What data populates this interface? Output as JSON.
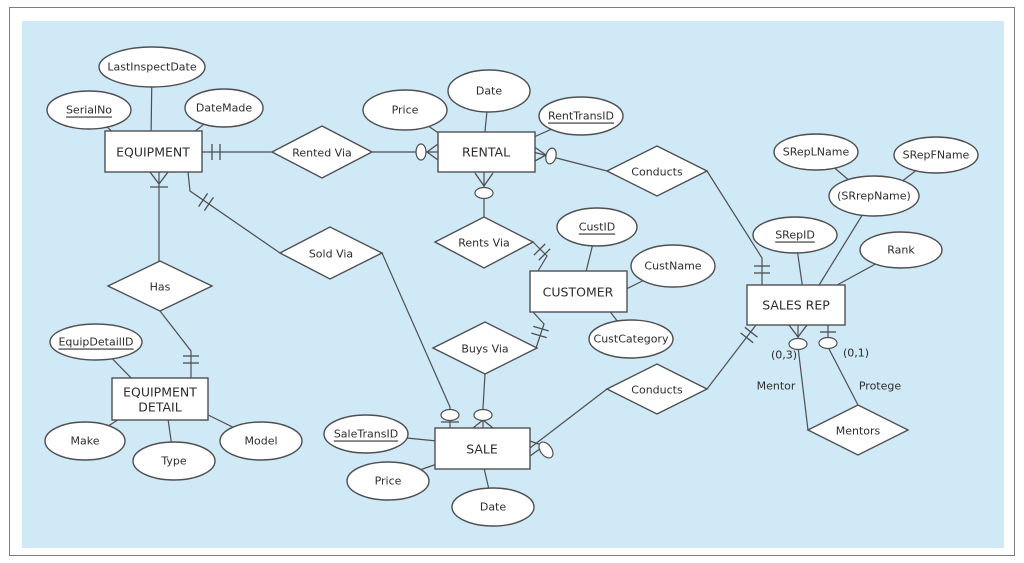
{
  "frame": {
    "panel_color": "#cfe9f7",
    "border_color": "#7d7d7d",
    "shape_stroke_color": "#4f4f51"
  },
  "entities": {
    "equipment": "EQUIPMENT",
    "rental": "RENTAL",
    "customer": "CUSTOMER",
    "sales_rep": "SALES REP",
    "equipment_detail_line1": "EQUIPMENT",
    "equipment_detail_line2": "DETAIL",
    "sale": "SALE"
  },
  "relationships": {
    "rented_via": "Rented Via",
    "sold_via": "Sold Via",
    "has": "Has",
    "rents_via": "Rents Via",
    "buys_via": "Buys Via",
    "conducts_rental": "Conducts",
    "conducts_sale": "Conducts",
    "mentors": "Mentors"
  },
  "attributes": {
    "equipment": {
      "serial_no": "SerialNo",
      "last_inspect_date": "LastInspectDate",
      "date_made": "DateMade"
    },
    "rental": {
      "price": "Price",
      "date": "Date",
      "rent_trans_id": "RentTransID"
    },
    "customer": {
      "cust_id": "CustID",
      "cust_name": "CustName",
      "cust_category": "CustCategory"
    },
    "sales_rep": {
      "srep_lname": "SRepLName",
      "srep_fname": "SRepFName",
      "srep_name": "(SRrepName)",
      "srep_id": "SRepID",
      "rank": "Rank"
    },
    "equipment_detail": {
      "equip_detail_id": "EquipDetailID",
      "make": "Make",
      "type": "Type",
      "model": "Model"
    },
    "sale": {
      "sale_trans_id": "SaleTransID",
      "price": "Price",
      "date": "Date"
    }
  },
  "roles": {
    "mentor": "Mentor",
    "protege": "Protege",
    "mentor_cardinality": "(0,3)",
    "protege_cardinality": "(0,1)"
  }
}
